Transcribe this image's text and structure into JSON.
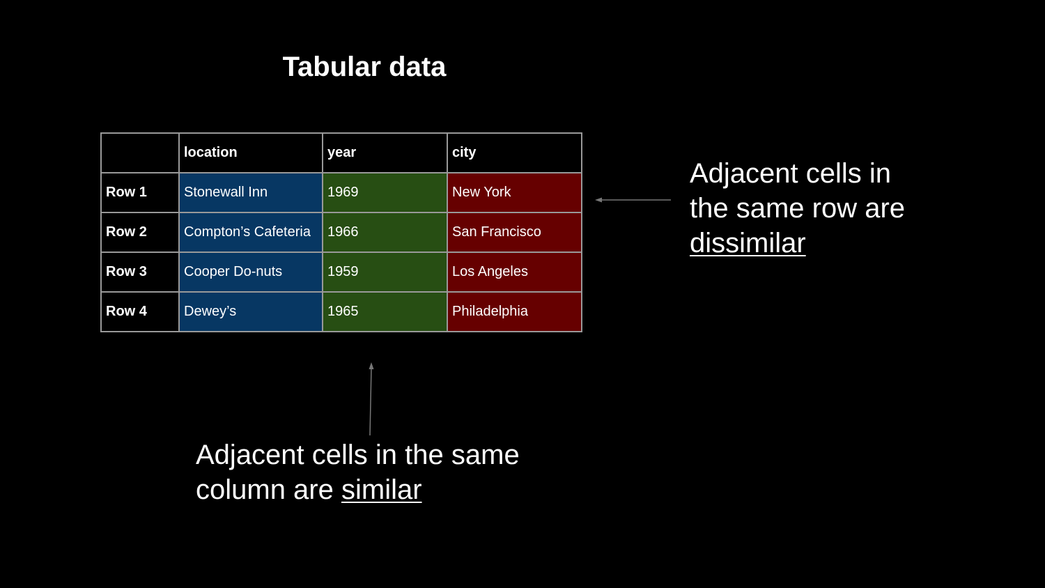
{
  "title": "Tabular data",
  "table": {
    "headers": [
      "",
      "location",
      "year",
      "city"
    ],
    "rows": [
      {
        "label": "Row 1",
        "location": "Stonewall Inn",
        "year": "1969",
        "city": "New York"
      },
      {
        "label": "Row 2",
        "location": "Compton’s Cafeteria",
        "year": "1966",
        "city": "San Francisco"
      },
      {
        "label": "Row 3",
        "location": "Cooper Do-nuts",
        "year": "1959",
        "city": "Los Angeles"
      },
      {
        "label": "Row 4",
        "location": "Dewey’s",
        "year": "1965",
        "city": "Philadelphia"
      }
    ],
    "colors": {
      "location": "#073763",
      "year": "#274e13",
      "city": "#660000"
    }
  },
  "notes": {
    "row": {
      "line1": "Adjacent cells in",
      "line2": "the same row are",
      "emphasis": "dissimilar"
    },
    "column": {
      "line1": "Adjacent cells in the same",
      "line2_prefix": "column are ",
      "emphasis": "similar"
    }
  }
}
